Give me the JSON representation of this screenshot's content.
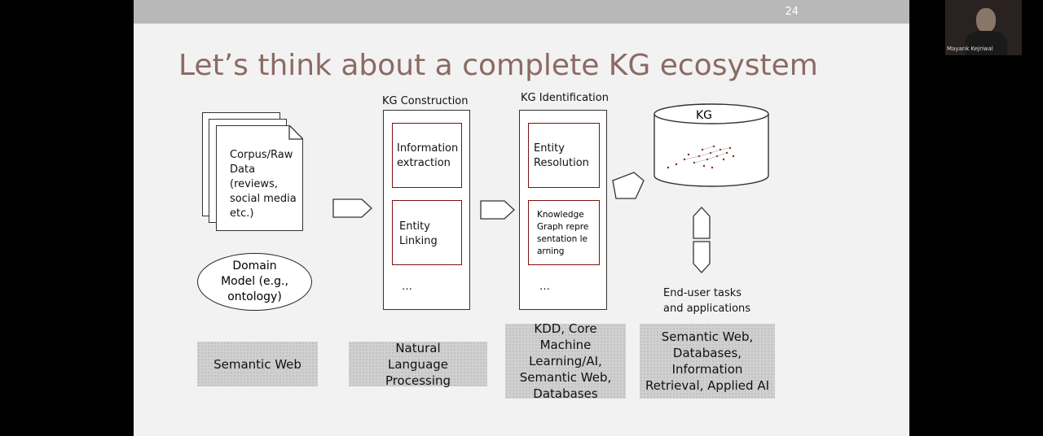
{
  "slide": {
    "number": "24",
    "title": "Let’s think about a complete KG ecosystem"
  },
  "corpus": {
    "label_lines": [
      "Corpus/Raw",
      "Data",
      "(reviews,",
      "social media",
      "etc.)"
    ]
  },
  "domain_model": {
    "label": "Domain Model (e.g., ontology)"
  },
  "kg_construction": {
    "heading": "KG Construction",
    "item1": "Information extraction",
    "item2": "Entity Linking",
    "more": "…"
  },
  "kg_identification": {
    "heading": "KG Identification",
    "item1": "Entity Resolution",
    "item2": "Knowledge Graph representation learning",
    "more": "…"
  },
  "kg_store": {
    "label": "KG"
  },
  "end_user": {
    "label": "End-user tasks and applications"
  },
  "fields": {
    "semantic_web": "Semantic Web",
    "nlp": "Natural Language Processing",
    "kdd": "KDD, Core Machine Learning/AI, Semantic Web, Databases",
    "applied": "Semantic Web, Databases, Information Retrieval, Applied AI"
  },
  "webcam": {
    "name": "Mayank Kejriwal"
  }
}
